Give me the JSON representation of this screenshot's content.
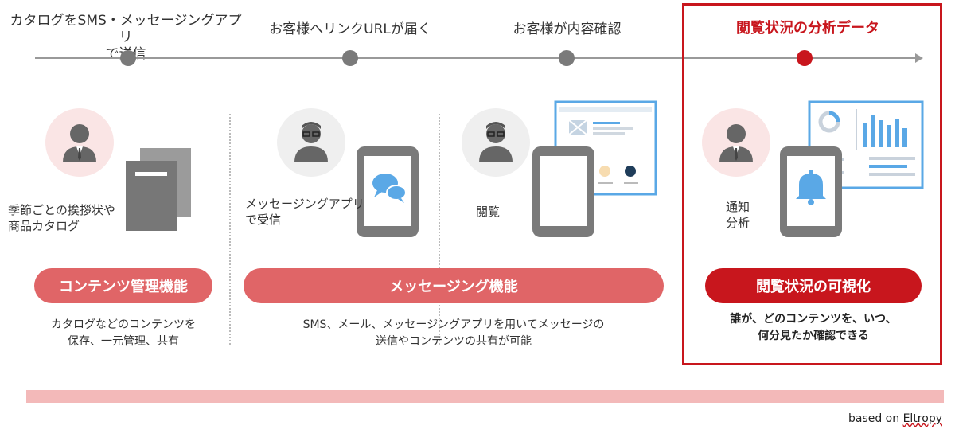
{
  "timeline": {
    "steps": [
      {
        "line1": "カタログをSMS・メッセージングアプリ",
        "line2": "で送信"
      },
      {
        "line1": "お客様へリンクURLが届く"
      },
      {
        "line1": "お客様が内容確認"
      },
      {
        "line1": "閲覧状況の分析データ"
      }
    ]
  },
  "columns": {
    "catalog": {
      "caption_line1": "季節ごとの挨拶状や",
      "caption_line2": "商品カタログ",
      "pill": "コンテンツ管理機能",
      "desc_line1": "カタログなどのコンテンツを",
      "desc_line2": "保存、一元管理、共有"
    },
    "messaging": {
      "receive_line1": "メッセージングアプリ",
      "receive_line2": "で受信",
      "view_caption": "閲覧",
      "pill": "メッセージング機能",
      "desc_line1": "SMS、メール、メッセージングアプリを用いてメッセージの",
      "desc_line2": "送信やコンテンツの共有が可能"
    },
    "analytics": {
      "caption_line1": "通知",
      "caption_line2": "分析",
      "pill": "閲覧状況の可視化",
      "desc_line1": "誰が、どのコンテンツを、いつ、",
      "desc_line2": "何分見たか確認できる"
    }
  },
  "footer": {
    "prefix": "based on ",
    "brand": "Eltropy"
  },
  "colors": {
    "accent": "#c8161d",
    "pill_pale": "#e06567",
    "icon_gray": "#7a7a7a",
    "screen_blue": "#5aa8e6"
  }
}
